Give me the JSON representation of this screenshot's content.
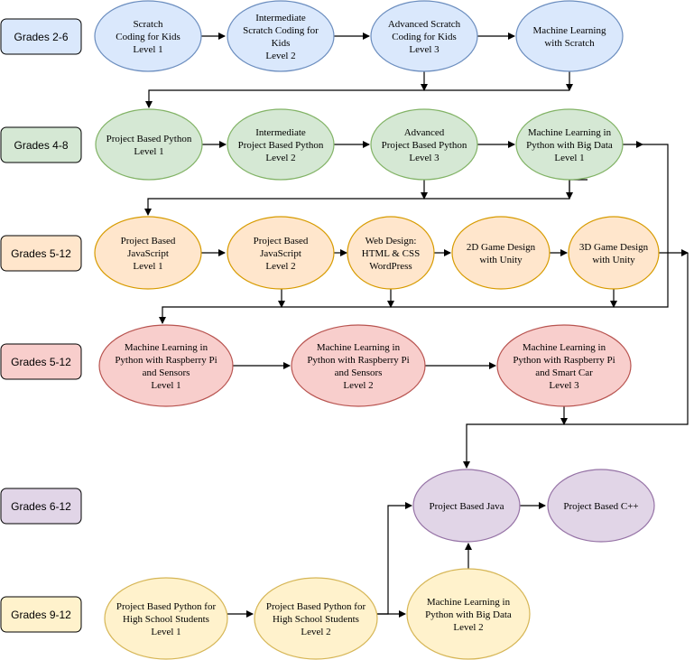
{
  "colors": {
    "blue": {
      "fill": "#dae8fc",
      "stroke": "#6c8ebf"
    },
    "green": {
      "fill": "#d5e8d4",
      "stroke": "#82b366"
    },
    "orange": {
      "fill": "#ffe6cc",
      "stroke": "#d79b00"
    },
    "red": {
      "fill": "#f8cecc",
      "stroke": "#b85450"
    },
    "purple": {
      "fill": "#e1d5e7",
      "stroke": "#9673a6"
    },
    "yellow": {
      "fill": "#fff2cc",
      "stroke": "#d6b656"
    }
  },
  "grades": [
    {
      "id": "g1",
      "label": "Grades 2-6",
      "color": "blue"
    },
    {
      "id": "g2",
      "label": "Grades 4-8",
      "color": "green"
    },
    {
      "id": "g3",
      "label": "Grades 5-12",
      "color": "orange"
    },
    {
      "id": "g4",
      "label": "Grades 5-12",
      "color": "red"
    },
    {
      "id": "g5",
      "label": "Grades 6-12",
      "color": "purple"
    },
    {
      "id": "g6",
      "label": "Grades 9-12",
      "color": "yellow"
    }
  ],
  "courses": [
    {
      "id": "scratch1",
      "color": "blue",
      "lines": [
        "Scratch",
        "Coding for Kids",
        "Level 1"
      ]
    },
    {
      "id": "scratch2",
      "color": "blue",
      "lines": [
        "Intermediate",
        "Scratch Coding for",
        "Kids",
        "Level 2"
      ]
    },
    {
      "id": "scratch3",
      "color": "blue",
      "lines": [
        "Advanced Scratch",
        "Coding for Kids",
        "Level 3"
      ]
    },
    {
      "id": "scratchml",
      "color": "blue",
      "lines": [
        "Machine Learning",
        "with Scratch"
      ]
    },
    {
      "id": "py1",
      "color": "green",
      "lines": [
        "Project Based Python",
        "Level 1"
      ]
    },
    {
      "id": "py2",
      "color": "green",
      "lines": [
        "Intermediate",
        "Project Based Python",
        "Level 2"
      ]
    },
    {
      "id": "py3",
      "color": "green",
      "lines": [
        "Advanced",
        "Project Based Python",
        "Level 3"
      ]
    },
    {
      "id": "pyml",
      "color": "green",
      "lines": [
        "Machine Learning in",
        "Python with Big Data",
        "Level 1"
      ]
    },
    {
      "id": "js1",
      "color": "orange",
      "lines": [
        "Project Based",
        "JavaScript",
        "Level 1"
      ]
    },
    {
      "id": "js2",
      "color": "orange",
      "lines": [
        "Project Based",
        "JavaScript",
        "Level 2"
      ]
    },
    {
      "id": "web",
      "color": "orange",
      "lines": [
        "Web Design:",
        "HTML & CSS",
        "WordPress"
      ]
    },
    {
      "id": "game2d",
      "color": "orange",
      "lines": [
        "2D Game Design",
        "with Unity"
      ]
    },
    {
      "id": "game3d",
      "color": "orange",
      "lines": [
        "3D Game Design",
        "with Unity"
      ]
    },
    {
      "id": "rpi1",
      "color": "red",
      "lines": [
        "Machine Learning in",
        "Python with Raspberry Pi",
        "and Sensors",
        "Level 1"
      ]
    },
    {
      "id": "rpi2",
      "color": "red",
      "lines": [
        "Machine Learning in",
        "Python with Raspberry Pi",
        "and Sensors",
        "Level 2"
      ]
    },
    {
      "id": "rpi3",
      "color": "red",
      "lines": [
        "Machine Learning in",
        "Python with Raspberry Pi",
        "and Smart Car",
        "Level 3"
      ]
    },
    {
      "id": "java",
      "color": "purple",
      "lines": [
        "Project Based Java"
      ]
    },
    {
      "id": "cpp",
      "color": "purple",
      "lines": [
        "Project Based C++"
      ]
    },
    {
      "id": "hs1",
      "color": "yellow",
      "lines": [
        "Project Based Python for",
        "High School Students",
        "Level 1"
      ]
    },
    {
      "id": "hs2",
      "color": "yellow",
      "lines": [
        "Project Based Python for",
        "High School Students",
        "Level 2"
      ]
    },
    {
      "id": "mlbd2",
      "color": "yellow",
      "lines": [
        "Machine Learning in",
        "Python with Big Data",
        "Level 2"
      ]
    }
  ]
}
